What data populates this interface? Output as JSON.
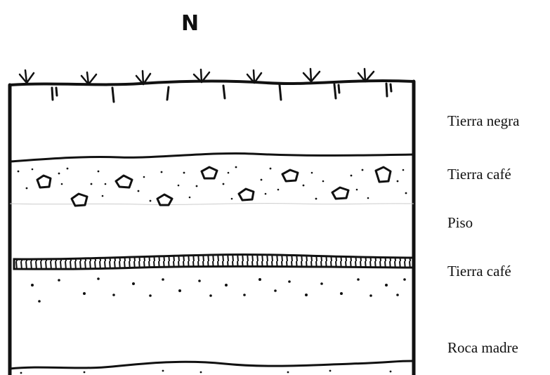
{
  "diagram": {
    "compass": "N",
    "layers": [
      {
        "id": "tierra-negra",
        "label": "Tierra negra"
      },
      {
        "id": "tierra-cafe-upper",
        "label": "Tierra café"
      },
      {
        "id": "piso",
        "label": "Piso"
      },
      {
        "id": "tierra-cafe-lower",
        "label": "Tierra café"
      },
      {
        "id": "roca-madre",
        "label": "Roca madre"
      }
    ]
  }
}
